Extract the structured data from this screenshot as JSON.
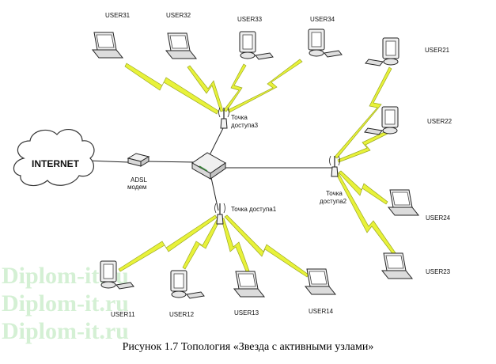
{
  "internet_label": "INTERNET",
  "modem_label_line1": "ADSL",
  "modem_label_line2": "модем",
  "ap3_label_line1": "Точка",
  "ap3_label_line2": "доступа3",
  "ap2_label_line1": "Точка",
  "ap2_label_line2": "доступа2",
  "ap1_label": "Точка доступа1",
  "users": {
    "user31": "USER31",
    "user32": "USER32",
    "user33": "USER33",
    "user34": "USER34",
    "user21": "USER21",
    "user22": "USER22",
    "user24": "USER24",
    "user23": "USER23",
    "user11": "USER11",
    "user12": "USER12",
    "user13": "USER13",
    "user14": "USER14"
  },
  "watermark": [
    "Diplom-it.ru",
    "Diplom-it.ru",
    "Diplom-it.ru"
  ],
  "caption": "Рисунок 1.7 Топология «Звезда с активными узлами»",
  "colors": {
    "lightning": "#e8f23a",
    "lightning_stroke": "#9aa820",
    "wire": "#222222"
  }
}
